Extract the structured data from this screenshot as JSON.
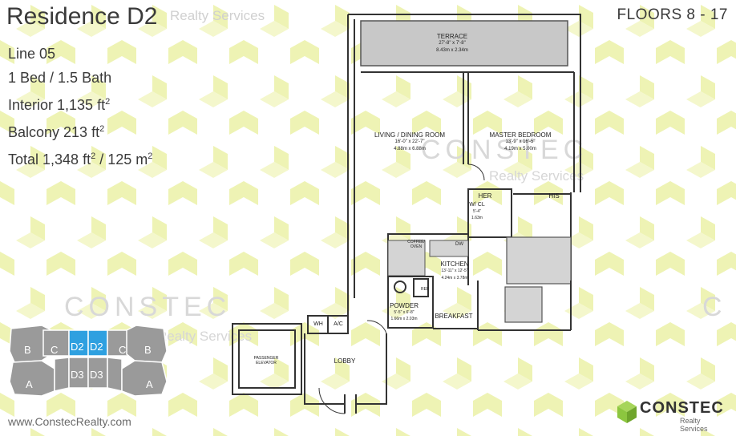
{
  "unit": {
    "title": "Residence D2",
    "floors_label": "FLOORS",
    "floors_range": "8 - 17",
    "line_label": "Line",
    "line_value": "05",
    "beds_baths": "1 Bed / 1.5 Bath",
    "interior": "Interior 1,135 ft",
    "balcony": "Balcony 213 ft",
    "total_ft": "Total 1,348 ft",
    "total_m": "/ 125 m",
    "sup2": "2"
  },
  "watermark": {
    "brand": "CONSTEC",
    "tagline": "Realty Services"
  },
  "rooms": {
    "terrace": {
      "name": "TERRACE",
      "dims_ft": "27'-8\" x 7'-8\"",
      "dims_m": "8.43m x 2.34m"
    },
    "living": {
      "name": "LIVING / DINING ROOM",
      "dims_ft": "16'-0\" x 22'-7\"",
      "dims_m": "4.88m x 6.88m"
    },
    "master": {
      "name": "MASTER BEDROOM",
      "dims_ft": "13'-9\" x 16'-5\"",
      "dims_m": "4.19m x 5.00m"
    },
    "her": "HER",
    "his": "HIS",
    "wic": {
      "name": "W/ CL",
      "dims_ft": "5'-4\"",
      "dims_m": "1.63m"
    },
    "kitchen": {
      "name": "KITCHEN",
      "dims_ft": "13'-11\" x 12'-5\"",
      "dims_m": "4.24m x 3.78m"
    },
    "coffee": "COFFEE/ OVEN",
    "dw": "DW",
    "ref": "REF",
    "powder": {
      "name": "POWDER",
      "dims_ft": "5'-5\" x 6'-8\"",
      "dims_m": "1.66m x 2.03m"
    },
    "breakfast": "BREAKFAST",
    "wh": "WH",
    "ac": "A/C",
    "lobby": "LOBBY",
    "elevator": "PASSENGER ELEVATOR"
  },
  "keyplan": {
    "units": [
      "B",
      "C",
      "D2",
      "D2",
      "C",
      "B",
      "A",
      "D3",
      "D3",
      "A"
    ],
    "highlight_color": "#2ea0e0",
    "base_color": "#9a9a9a"
  },
  "footer": {
    "website": "www.ConstecRealty.com",
    "logo_name": "CONSTEC",
    "logo_tagline": "Realty Services"
  },
  "colors": {
    "pattern": "#eef3b4",
    "brand_green": "#8cc63f",
    "terrace_fill": "#c8c8c8",
    "wet_fill": "#d4d4d4"
  }
}
